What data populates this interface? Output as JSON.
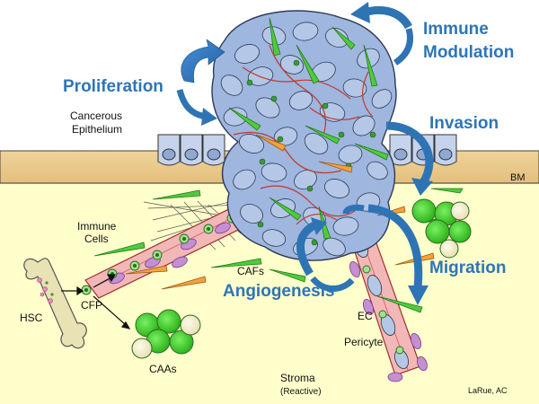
{
  "process_labels": {
    "proliferation": "Proliferation",
    "immune_line1": "Immune",
    "immune_line2": "Modulation",
    "invasion": "Invasion",
    "migration": "Migration",
    "angiogenesis": "Angiogenesis"
  },
  "structure_labels": {
    "cancerous_line1": "Cancerous",
    "cancerous_line2": "Epithelium",
    "bm": "BM",
    "immune_cells_line1": "Immune",
    "immune_cells_line2": "Cells",
    "cafs": "CAFs",
    "hsc": "HSC",
    "cfp": "CFP",
    "caas": "CAAs",
    "ec": "EC",
    "pericyte": "Pericyte",
    "stroma": "Stroma",
    "stroma_sub": "(Reactive)",
    "credit": "LaRue, AC"
  },
  "colors": {
    "process_text": "#2e75b6",
    "arrow": "#2e74b5",
    "stroma_bg": "#ffffcc",
    "bm_band": "#f3d9a4",
    "tumor_cell": "#b4c7e7",
    "nucleus": "#3a9a32",
    "caf": "#4fcb3d",
    "vessel": "#f2b8b8"
  }
}
